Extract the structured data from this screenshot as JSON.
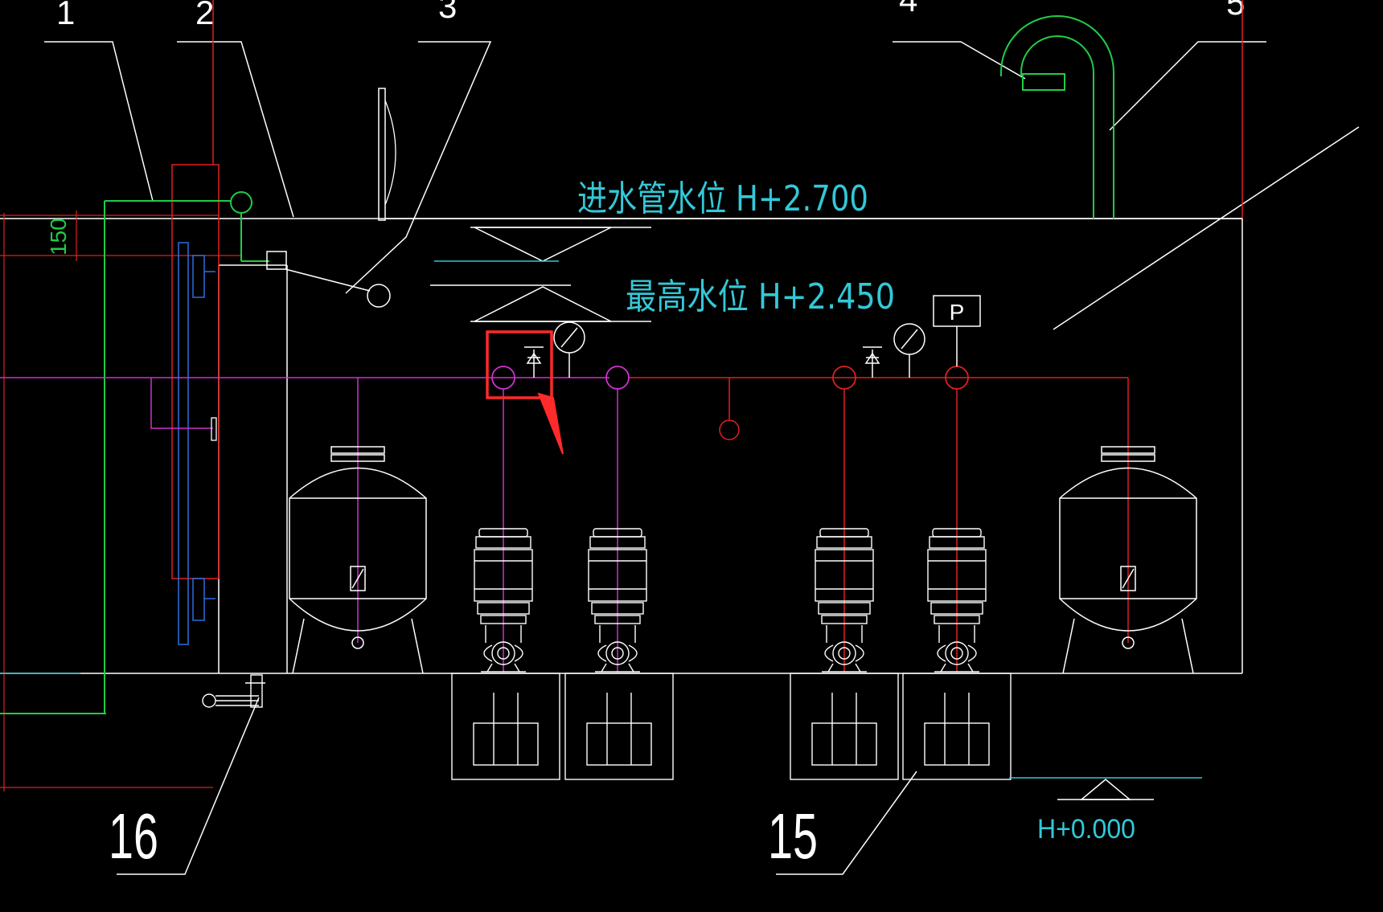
{
  "texts": {
    "inlet_water_level": "进水管水位 H+2.700",
    "max_water_level": "最高水位 H+2.450",
    "base_level": "H+0.000",
    "dimension_150": "150",
    "gauge_label_p": "P"
  },
  "callouts": {
    "c1": "1",
    "c2": "2",
    "c3": "3",
    "c4": "4",
    "c5": "5",
    "c15": "15",
    "c16": "16"
  },
  "colors": {
    "background": "#000000",
    "lines": "#ffffff",
    "pipe_red": "#e02020",
    "pipe_magenta": "#cc33cc",
    "cyan_text": "#33c8d8",
    "green": "#22cc44",
    "blue": "#2a6fe0",
    "highlight_red": "#ff2a2a"
  },
  "icons": [
    "valve-icon",
    "pressure-gauge-icon",
    "pressure-switch-icon",
    "pump-icon",
    "pressure-tank-icon",
    "float-ball-icon",
    "air-vent-icon"
  ]
}
